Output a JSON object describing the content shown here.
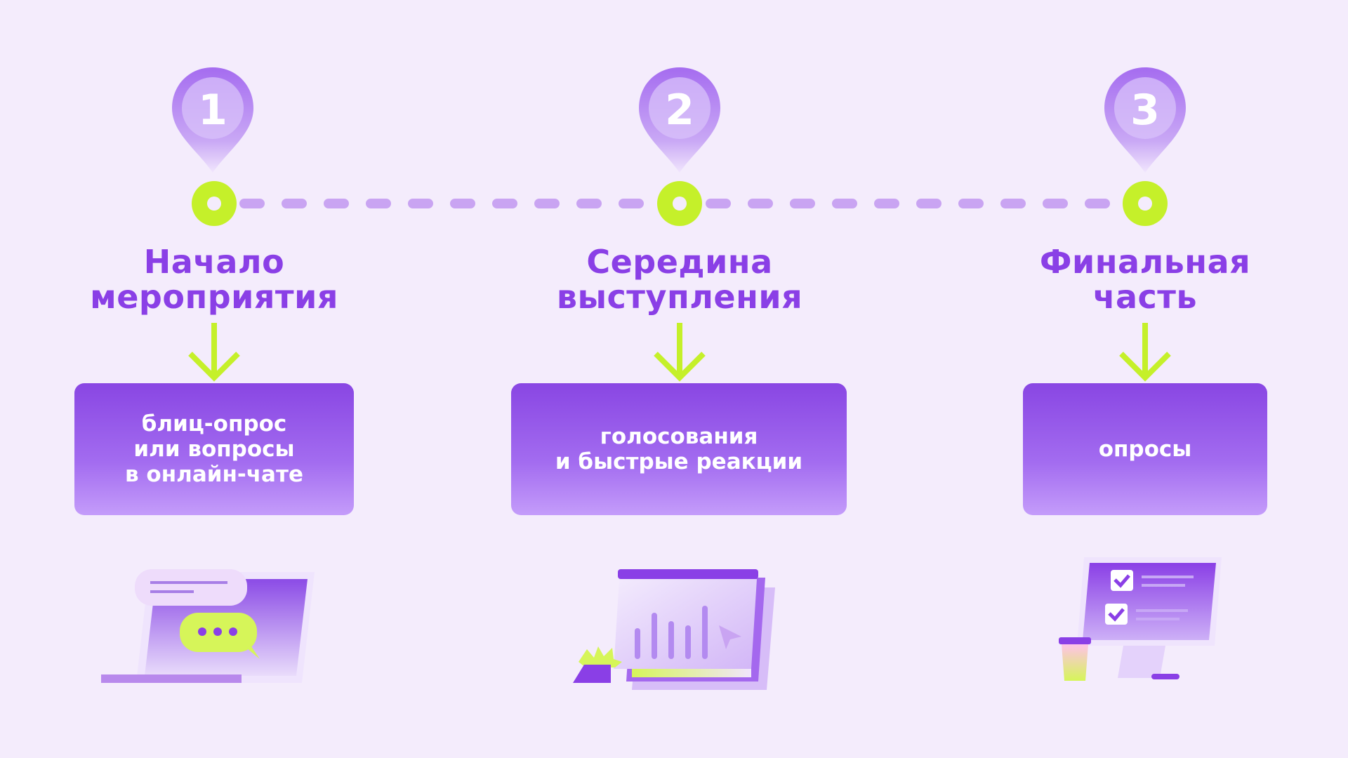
{
  "steps": [
    {
      "number": "1",
      "title_lines": [
        "Начало",
        "мероприятия"
      ],
      "card_lines": [
        "блиц-опрос",
        "или вопросы",
        "в онлайн-чате"
      ]
    },
    {
      "number": "2",
      "title_lines": [
        "Середина",
        "выступления"
      ],
      "card_lines": [
        "голосования",
        "и быстрые реакции"
      ]
    },
    {
      "number": "3",
      "title_lines": [
        "Финальная",
        "часть"
      ],
      "card_lines": [
        "опросы"
      ]
    }
  ],
  "colors": {
    "background": "#f4ecfc",
    "accent_purple": "#8a3fe6",
    "accent_lime": "#c5f02a",
    "dash_lilac": "#c9a4f2"
  },
  "icons": {
    "step1": "laptop-chat-icon",
    "step2": "analytics-dashboard-icon",
    "step3": "checklist-monitor-icon"
  }
}
